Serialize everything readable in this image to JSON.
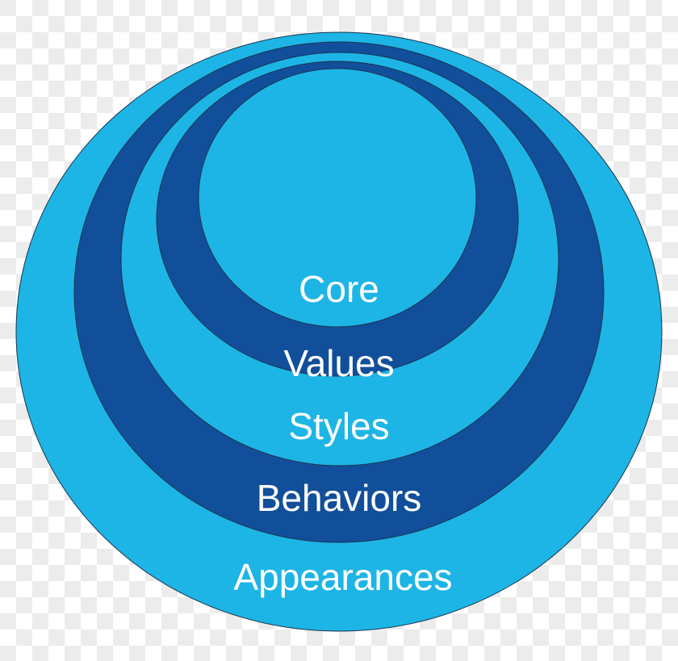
{
  "colors": {
    "light": "#1db5e5",
    "dark": "#124f9a",
    "outline": "#1a3550"
  },
  "layers": [
    {
      "label": "Appearances",
      "color": "light"
    },
    {
      "label": "Behaviors",
      "color": "dark"
    },
    {
      "label": "Styles",
      "color": "light"
    },
    {
      "label": "Values",
      "color": "dark"
    },
    {
      "label": "Core",
      "color": "light"
    }
  ]
}
